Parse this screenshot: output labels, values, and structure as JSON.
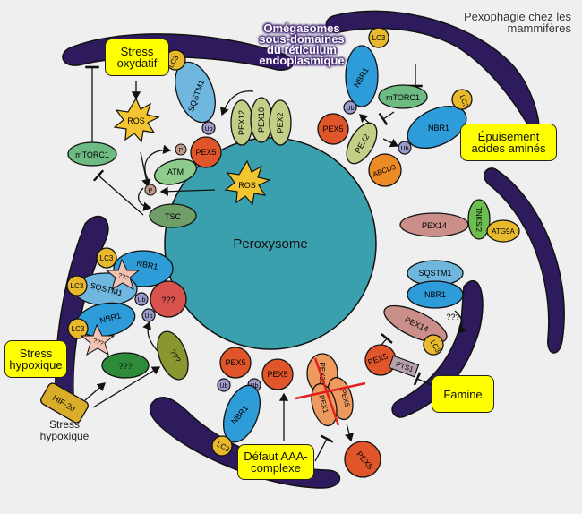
{
  "title": "Pexophagie chez les mammifères",
  "title_lines": [
    "Pexophagie chez les",
    "mammifères"
  ],
  "omegasomes_lines": [
    "Omégasomes",
    "sous-domaines",
    "du réticulum",
    "endoplasmique"
  ],
  "central_organelle": "Peroxysome",
  "stress_boxes": {
    "oxidative": [
      "Stress",
      "oxydatif"
    ],
    "amino_acid": [
      "Épuisement",
      "acides aminés"
    ],
    "hypoxic": [
      "Stress",
      "hypoxique"
    ],
    "famine": [
      "Famine"
    ],
    "aaa_defect": [
      "Défaut AAA-",
      "complexe"
    ]
  },
  "hypoxic_label": [
    "Stress",
    "hypoxique"
  ],
  "proteins": {
    "lc3": "LC3",
    "sqstm1": "SQSTM1",
    "nbr1": "NBR1",
    "ub": "Ub",
    "pex5": "PEX5",
    "pex12": "PEX12",
    "pex10": "PEX10",
    "pex2": "PEX2",
    "pex14": "PEX14",
    "abcd3": "ABCD3",
    "mtorc1": "mTORC1",
    "atm": "ATM",
    "tsc": "TSC",
    "ros": "ROS",
    "p": "P",
    "tnks": "TNKS/2",
    "atg9a": "ATG9A",
    "pts1": "PTS1",
    "hif": "HIF-2α",
    "pex26": "PEX26",
    "pex6": "PEX6",
    "pex1": "PEX1",
    "unknown": "???"
  },
  "colors": {
    "background": "#efefef",
    "membrane": "#2e1b5e",
    "peroxisome": "#3aa0ad",
    "stress_box": "#ffff00",
    "lc3": "#e8b92c",
    "sqstm1": "#6fb7de",
    "nbr1": "#2e9cd8",
    "pex5": "#e0552a",
    "pex_ring": "#c3cf86",
    "pex14": "#c98f88",
    "abcd3": "#ec8a25",
    "mtorc1": "#6dbb82",
    "atm": "#8fcb8a",
    "tsc": "#6f9e67",
    "ros": "#f3c631",
    "ub": "#9a9acb",
    "p": "#c49a8a",
    "unknown_red": "#d9534e",
    "unknown_green": "#2e8b3a",
    "unknown_olive": "#8a962f",
    "unknown_star": "#f2c3b2",
    "tnks": "#6cbf4f",
    "hif": "#d9ad2a",
    "pts1": "#b6a2ad",
    "aaa": "#ee9a5f",
    "cross": "#e02020"
  }
}
